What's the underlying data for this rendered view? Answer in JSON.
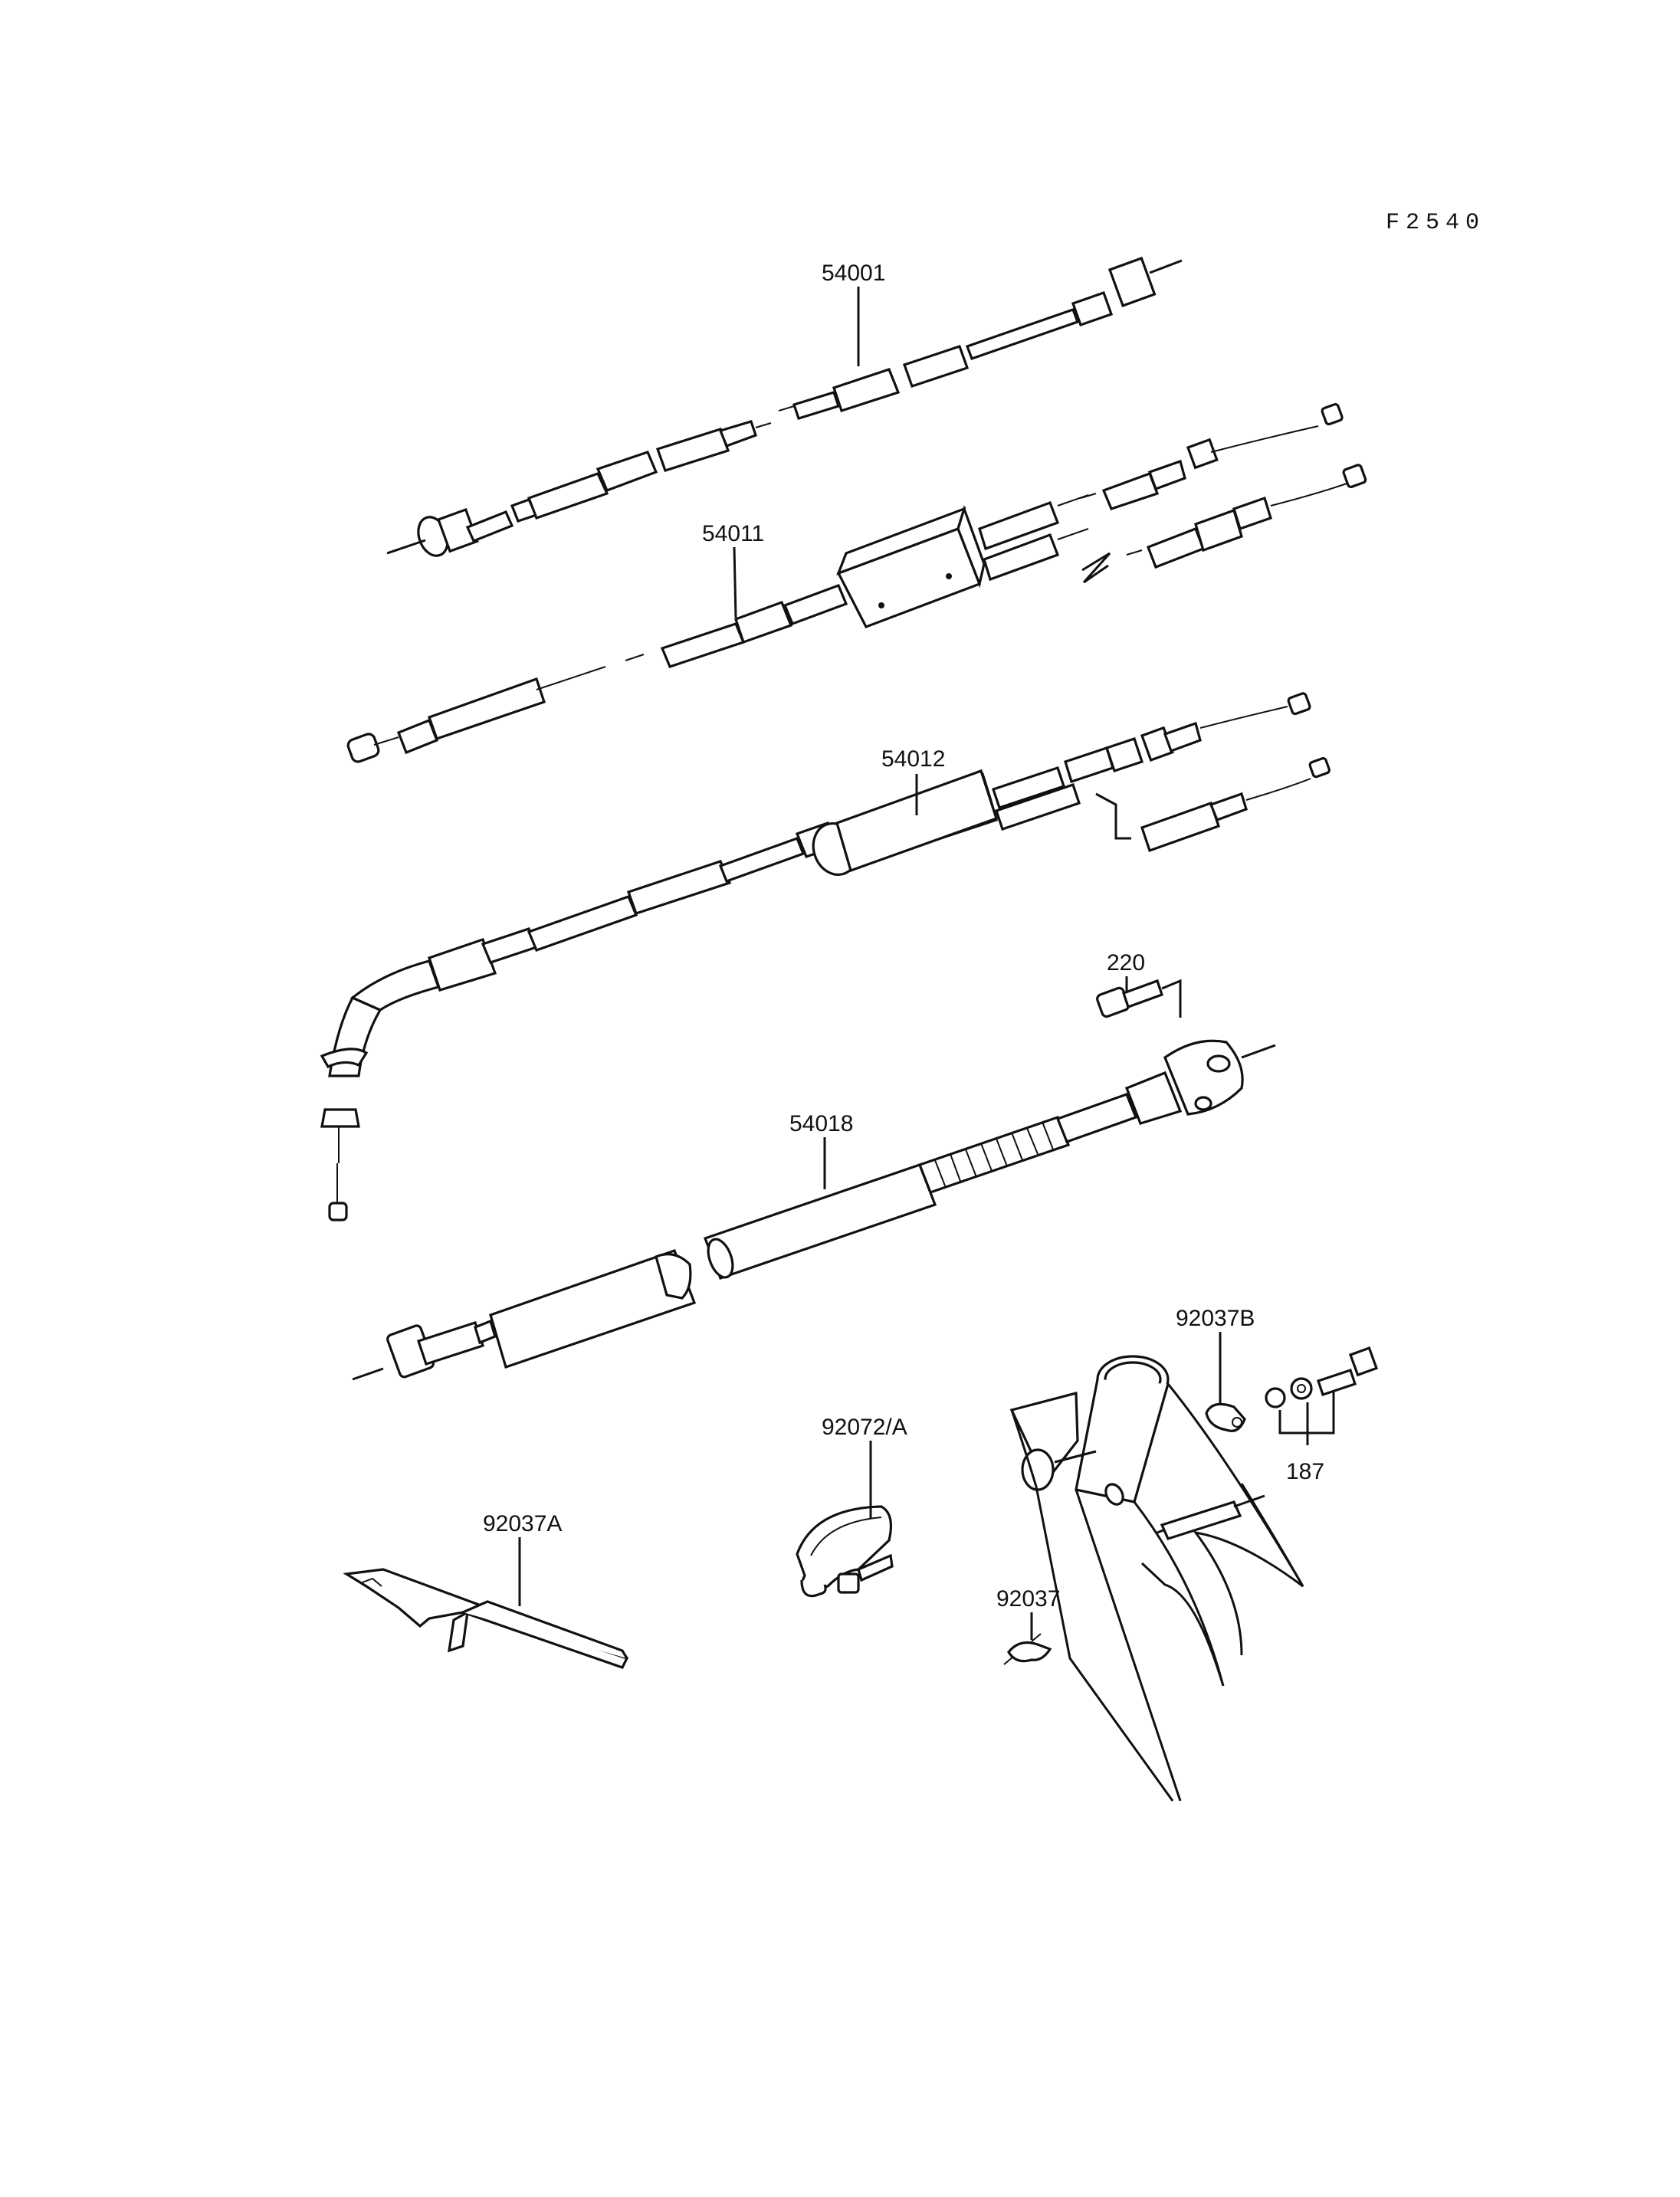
{
  "diagram": {
    "code": "F2540",
    "labels": {
      "p54001": "54001",
      "p54011": "54011",
      "p54012": "54012",
      "p220": "220",
      "p54018": "54018",
      "p92037B": "92037B",
      "p187": "187",
      "p92072A": "92072/A",
      "p92037A": "92037A",
      "p92037": "92037"
    }
  }
}
